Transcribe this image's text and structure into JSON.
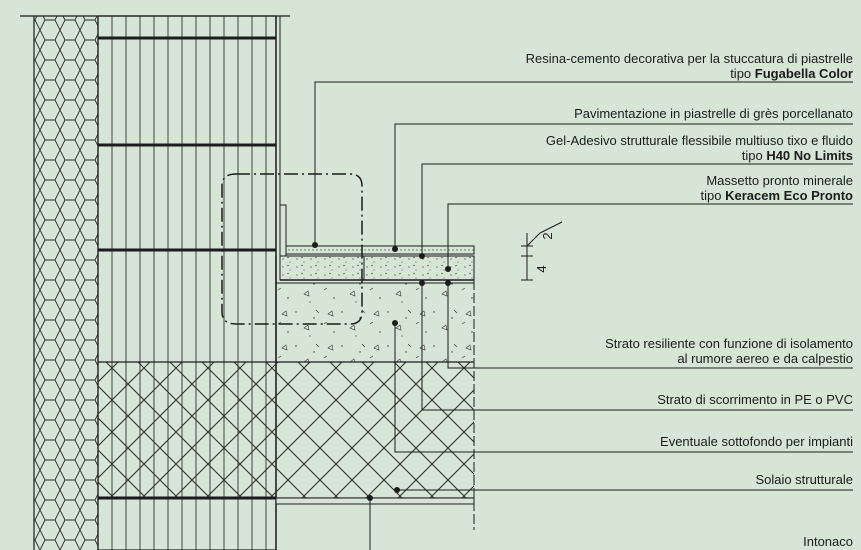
{
  "labels": {
    "l1": {
      "text": "Resina-cemento decorativa per la stuccatura di piastrelle",
      "prefix": "tipo ",
      "bold": "Fugabella Color"
    },
    "l2": {
      "text": "Pavimentazione in piastrelle di grès porcellanato"
    },
    "l3": {
      "text": "Gel-Adesivo strutturale flessibile multiuso tixo e fluido",
      "prefix": "tipo ",
      "bold": "H40 No Limits"
    },
    "l4": {
      "text": "Massetto pronto minerale",
      "prefix": "tipo ",
      "bold": "Keracem Eco Pronto"
    },
    "l5": {
      "line1": "Strato resiliente con funzione di isolamento",
      "line2": "al rumore aereo e da calpestio"
    },
    "l6": {
      "text": "Strato di scorrimento in PE o PVC"
    },
    "l7": {
      "text": "Eventuale sottofondo per impianti"
    },
    "l8": {
      "text": "Solaio strutturale"
    },
    "l9": {
      "text": "Intonaco"
    }
  },
  "dimensions": {
    "d1": "2",
    "d2": "4"
  },
  "colors": {
    "background": "#d6e5d6",
    "ink": "#1c1c1c"
  }
}
